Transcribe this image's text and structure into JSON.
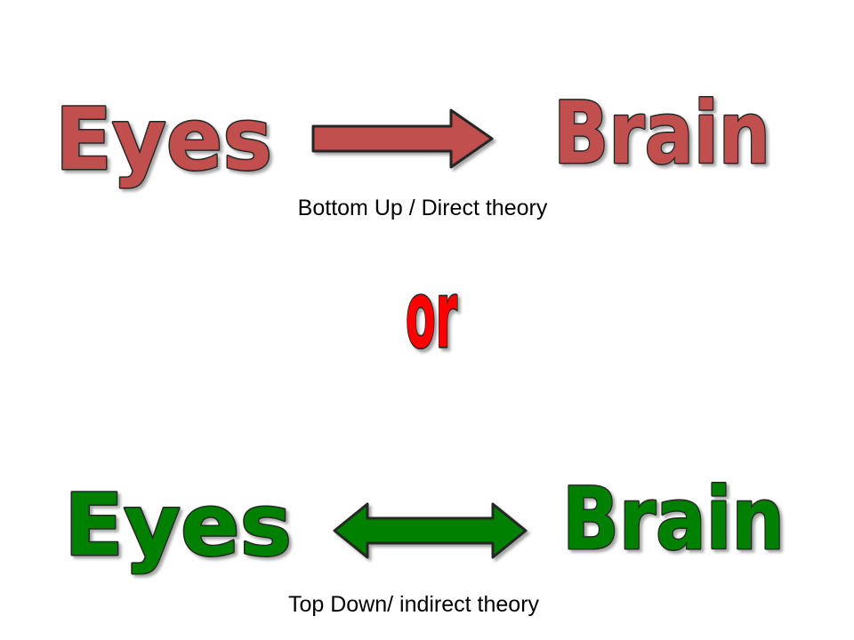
{
  "diagram": {
    "top": {
      "left_word": "Eyes",
      "right_word": "Brain",
      "caption": "Bottom Up / Direct theory",
      "color": "#c0504d",
      "arrow": "single-right"
    },
    "connector_word": "or",
    "connector_color": "#ff0000",
    "bottom": {
      "left_word": "Eyes",
      "right_word": "Brain",
      "caption": "Top Down/ indirect theory",
      "color": "#008000",
      "arrow": "double"
    },
    "outline_color": "#262626"
  }
}
